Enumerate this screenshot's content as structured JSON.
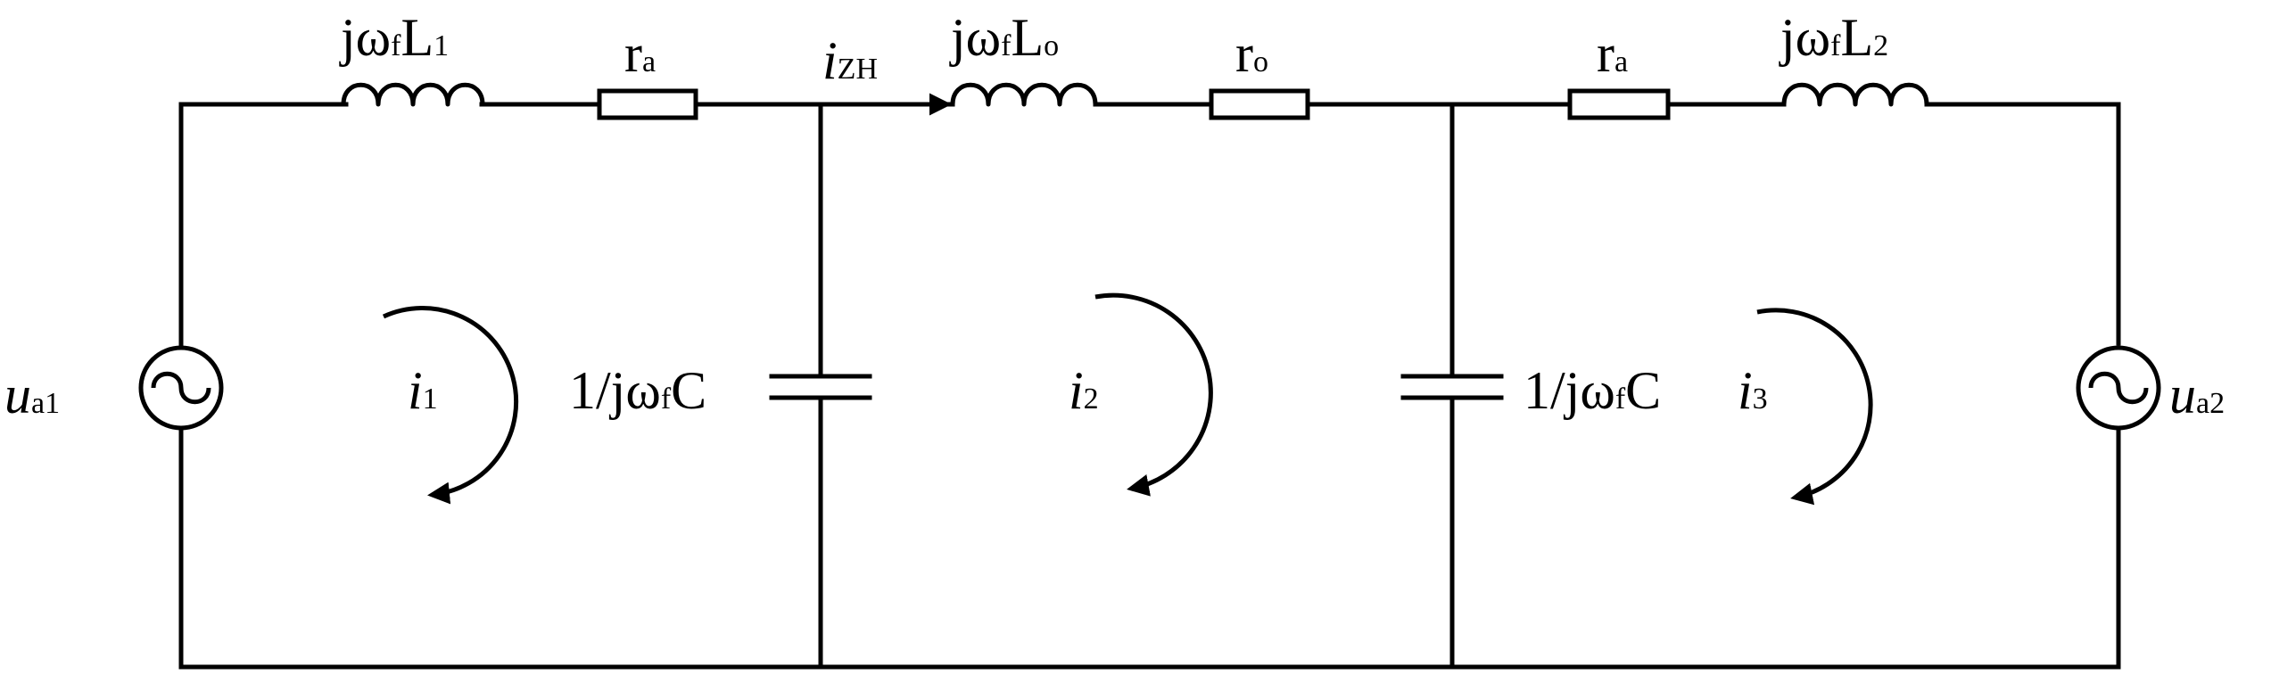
{
  "labels": {
    "source_left": {
      "main": "u",
      "sub": "a1"
    },
    "source_right": {
      "main": "u",
      "sub": "a2"
    },
    "inductor_1": {
      "pre": "jω",
      "sub1": "f",
      "mid": "L",
      "sub2": "1"
    },
    "resistor_left": {
      "main": "r",
      "sub": "a"
    },
    "current_zh": {
      "main": "i",
      "sub": "ZH"
    },
    "inductor_0": {
      "pre": "jω",
      "sub1": "f",
      "mid": "L",
      "sub2": "o"
    },
    "resistor_mid": {
      "main": "r",
      "sub": "o"
    },
    "resistor_right": {
      "main": "r",
      "sub": "a"
    },
    "inductor_2": {
      "pre": "jω",
      "sub1": "f",
      "mid": "L",
      "sub2": "2"
    },
    "capacitor_left": {
      "pre": "1/jω",
      "sub": "f",
      "post": "C"
    },
    "capacitor_right": {
      "pre": "1/jω",
      "sub": "f",
      "post": "C"
    },
    "loop_1": {
      "main": "i",
      "sub": "1"
    },
    "loop_2": {
      "main": "i",
      "sub": "2"
    },
    "loop_3": {
      "main": "i",
      "sub": "3"
    }
  }
}
